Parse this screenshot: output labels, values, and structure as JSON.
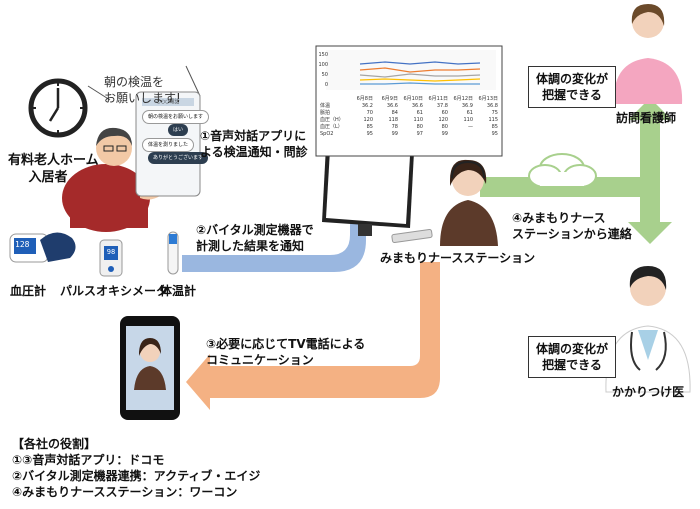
{
  "labels": {
    "resident": [
      "有料老人ホーム",
      "入居者"
    ],
    "speech": [
      "朝の検温を",
      "お願いします!"
    ],
    "step1": [
      "①音声対話アプリに",
      "よる検温通知・問診"
    ],
    "step2": [
      "②バイタル測定機器で",
      "計測した結果を通知"
    ],
    "step3": [
      "③必要に応じてTV電話による",
      "コミュニケーション"
    ],
    "step4": [
      "④みまもりナース",
      "ステーションから連絡"
    ],
    "station": "みまもりナースステーション",
    "nurse": "訪問看護師",
    "doctor": "かかりつけ医",
    "condition1": [
      "体調の変化が",
      "把握できる"
    ],
    "condition2": [
      "体調の変化が",
      "把握できる"
    ],
    "devices": {
      "bp": "血圧計",
      "pulse": "パルスオキシメータ",
      "thermo": "体温計"
    },
    "bp_display": "128",
    "pulse_display": "98"
  },
  "roles": {
    "title": "【各社の役割】",
    "items": [
      "①③音声対話アプリ：ドコモ",
      "②バイタル測定機器連携：アクティブ・エイジ",
      "④みまもりナースステーション：ワーコン"
    ]
  },
  "app_screen": {
    "header": "○○○電話",
    "bubbles": [
      "朝の検温をお願いします",
      "はい",
      "体温を測りました",
      "ありがとうございます"
    ]
  },
  "vitals_table": {
    "dates": [
      "6月8日",
      "6月9日",
      "6月10日",
      "6月11日",
      "6月12日",
      "6月13日"
    ],
    "rows": [
      {
        "label": "体温",
        "values": [
          "36.2",
          "36.6",
          "36.6",
          "37.8",
          "36.9",
          "36.8"
        ]
      },
      {
        "label": "脈拍",
        "values": [
          "70",
          "84",
          "61",
          "60",
          "61",
          "75"
        ]
      },
      {
        "label": "血圧（H）",
        "values": [
          "120",
          "118",
          "110",
          "120",
          "110",
          "115"
        ]
      },
      {
        "label": "血圧（L）",
        "values": [
          "85",
          "78",
          "80",
          "80",
          "—",
          "85"
        ]
      },
      {
        "label": "SpO2",
        "values": [
          "95",
          "99",
          "97",
          "99",
          "",
          "95"
        ]
      }
    ],
    "axis_ticks": [
      "150",
      "100",
      "50",
      "0"
    ]
  },
  "colors": {
    "blue_arrow": "#9ab7e0",
    "green_arrow": "#a8d08d",
    "orange_arrow": "#f4b183",
    "scrub": "#f4a6c0"
  }
}
